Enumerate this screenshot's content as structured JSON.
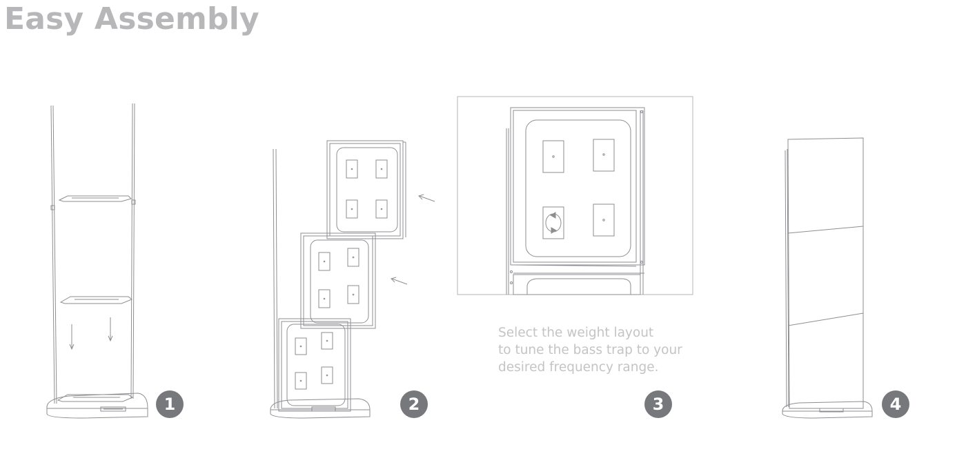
{
  "title": "Easy Assembly",
  "steps": [
    {
      "number": "1"
    },
    {
      "number": "2"
    },
    {
      "number": "3",
      "caption": [
        "Select the weight layout",
        "to tune the bass trap to your",
        "desired frequency range."
      ]
    },
    {
      "number": "4"
    }
  ],
  "colors": {
    "title": "#b7b7ba",
    "badge": "#77787b",
    "caption": "#c4c4c6",
    "line": "#8e8e92"
  }
}
